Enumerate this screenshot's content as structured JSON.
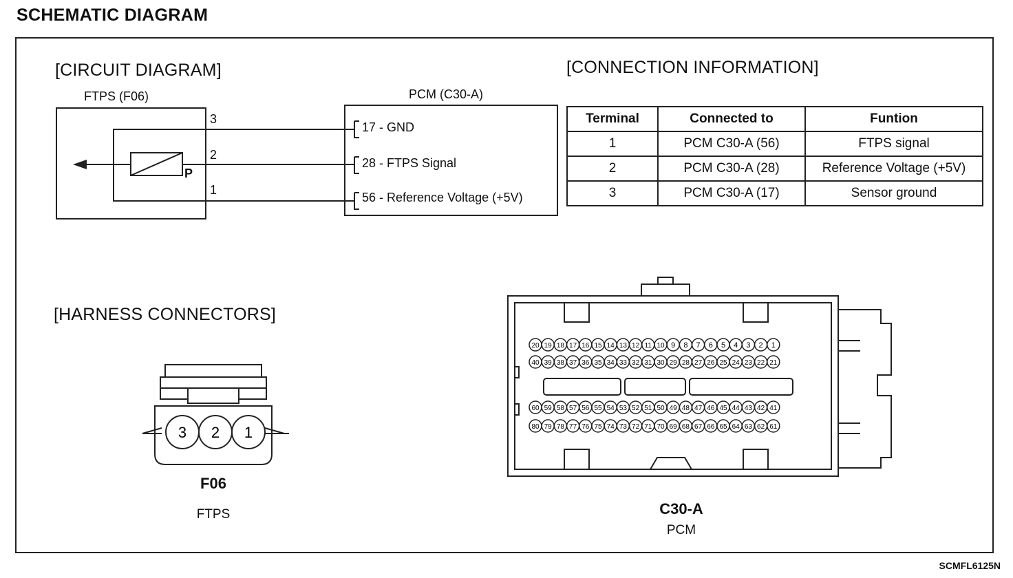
{
  "title": "SCHEMATIC DIAGRAM",
  "circuit": {
    "heading": "[CIRCUIT DIAGRAM]",
    "ftps_label": "FTPS (F06)",
    "pcm_label": "PCM (C30-A)",
    "sensor_pin": "P",
    "pins": [
      "3",
      "2",
      "1"
    ],
    "pcm_terminals": [
      "17 - GND",
      "28 - FTPS Signal",
      "56 - Reference Voltage (+5V)"
    ]
  },
  "connection": {
    "heading": "[CONNECTION INFORMATION]",
    "headers": [
      "Terminal",
      "Connected to",
      "Funtion"
    ],
    "rows": [
      [
        "1",
        "PCM C30-A (56)",
        "FTPS signal"
      ],
      [
        "2",
        "PCM C30-A (28)",
        "Reference Voltage (+5V)"
      ],
      [
        "3",
        "PCM C30-A (17)",
        "Sensor ground"
      ]
    ]
  },
  "harness": {
    "heading": "[HARNESS CONNECTORS]",
    "f06_pins": [
      "3",
      "2",
      "1"
    ],
    "f06_code": "F06",
    "f06_name": "FTPS",
    "c30_code": "C30-A",
    "c30_name": "PCM"
  },
  "figure_code": "SCMFL6125N"
}
